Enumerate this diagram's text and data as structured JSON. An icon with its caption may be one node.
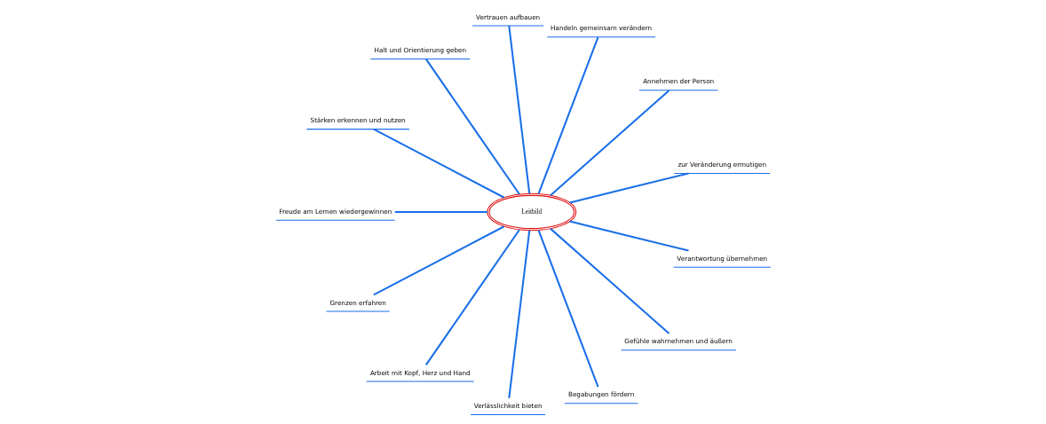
{
  "diagram": {
    "nodes": [
      {
        "text": [
          "Leitbild"
        ]
      },
      {
        "text": [
          "zur Veränderung ermutigen"
        ]
      },
      {
        "text": [
          "Annehmen der Person"
        ]
      },
      {
        "text": [
          "Handeln gemeinsam verändern"
        ]
      },
      {
        "text": [
          "Vertrauen aufbauen"
        ]
      },
      {
        "text": [
          "Halt und Orientierung geben"
        ]
      },
      {
        "text": [
          "Stärken erkennen und nutzen"
        ]
      },
      {
        "text": [
          "Freude am Lernen wiedergewinnen"
        ]
      },
      {
        "text": [
          "Grenzen erfahren"
        ]
      },
      {
        "text": [
          "Arbeit mit Kopf, Herz und Hand"
        ]
      },
      {
        "text": [
          "Verlässlichkeit bieten"
        ]
      },
      {
        "text": [
          "Begabungen fördern"
        ]
      },
      {
        "text": [
          "Gefühle wahrnehmen und äußern"
        ]
      },
      {
        "text": [
          "Verantwortung übernehmen"
        ]
      }
    ],
    "edges": [
      {
        "from": 0,
        "to": 1,
        "arrow": "none"
      },
      {
        "from": 0,
        "to": 2,
        "arrow": "none"
      },
      {
        "from": 0,
        "to": 3,
        "arrow": "none"
      },
      {
        "from": 0,
        "to": 4,
        "arrow": "none"
      },
      {
        "from": 0,
        "to": 5,
        "arrow": "none"
      },
      {
        "from": 0,
        "to": 6,
        "arrow": "none"
      },
      {
        "from": 0,
        "to": 7,
        "arrow": "none"
      },
      {
        "from": 0,
        "to": 8,
        "arrow": "none"
      },
      {
        "from": 0,
        "to": 9,
        "arrow": "none"
      },
      {
        "from": 0,
        "to": 10,
        "arrow": "none"
      },
      {
        "from": 0,
        "to": 11,
        "arrow": "none"
      },
      {
        "from": 0,
        "to": 12,
        "arrow": "none"
      },
      {
        "from": 0,
        "to": 13,
        "arrow": "none"
      }
    ]
  }
}
